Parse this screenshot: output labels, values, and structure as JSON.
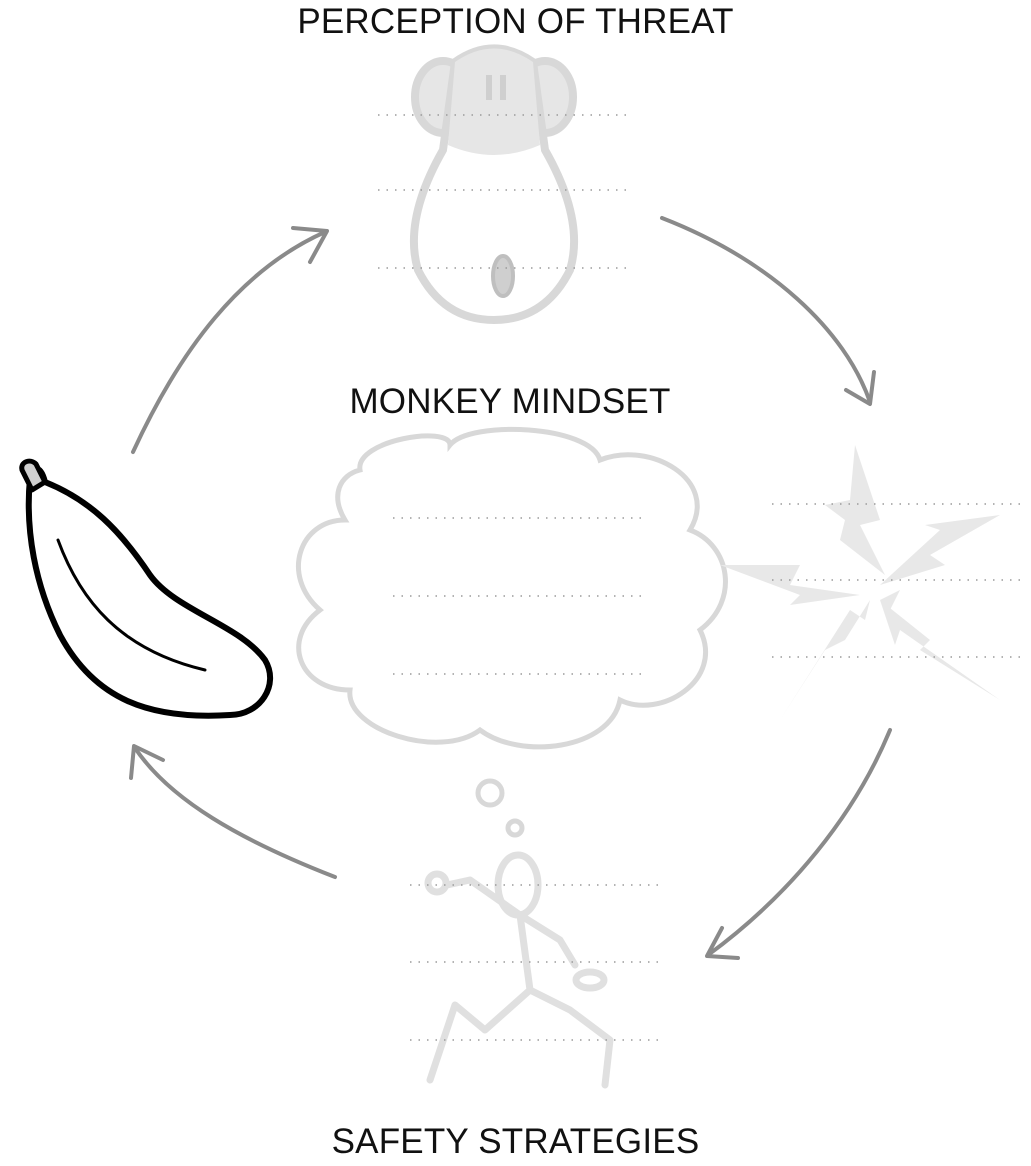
{
  "diagram": {
    "top_label": "PERCEPTION OF THREAT",
    "center_label": "MONKEY MINDSET",
    "bottom_label": "SAFETY STRATEGIES"
  },
  "colors": {
    "arrow": "#8a8a8a",
    "faded_icon": "#d6d6d6",
    "faded_fill": "#e6e6e6",
    "banana_stroke": "#000000",
    "text": "#111111",
    "dotted_line": "#9a9a9a"
  },
  "icons": [
    "monkey-face-icon",
    "explosion-icon",
    "running-figure-icon",
    "banana-icon",
    "thought-cloud-icon"
  ]
}
